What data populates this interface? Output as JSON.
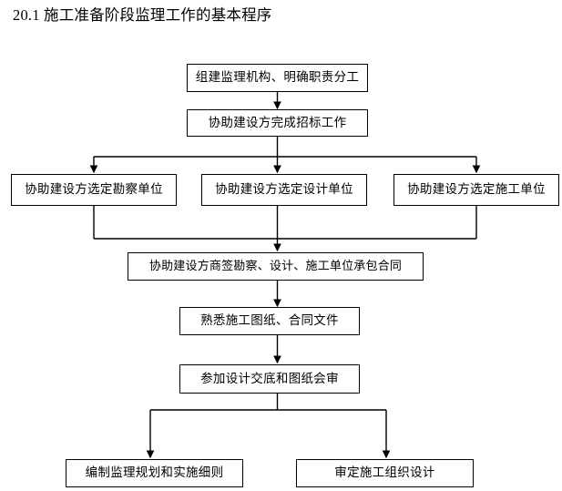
{
  "page": {
    "title": "20.1 施工准备阶段监理工作的基本程序",
    "background_color": "#ffffff",
    "line_color": "#000000"
  },
  "flowchart": {
    "type": "flowchart",
    "orientation": "top-to-bottom",
    "nodes": [
      {
        "id": "n1",
        "label": "组建监理机构、明确职责分工"
      },
      {
        "id": "n2",
        "label": "协助建设方完成招标工作"
      },
      {
        "id": "n3",
        "label": "协助建设方选定勘察单位"
      },
      {
        "id": "n4",
        "label": "协助建设方选定设计单位"
      },
      {
        "id": "n5",
        "label": "协助建设方选定施工单位"
      },
      {
        "id": "n6",
        "label": "协助建设方商签勘察、设计、施工单位承包合同"
      },
      {
        "id": "n7",
        "label": "熟悉施工图纸、合同文件"
      },
      {
        "id": "n8",
        "label": "参加设计交底和图纸会审"
      },
      {
        "id": "n9",
        "label": "编制监理规划和实施细则"
      },
      {
        "id": "n10",
        "label": "审定施工组织设计"
      }
    ],
    "edges": [
      {
        "from": "n1",
        "to": "n2"
      },
      {
        "from": "n2",
        "to": "n3"
      },
      {
        "from": "n2",
        "to": "n4"
      },
      {
        "from": "n2",
        "to": "n5"
      },
      {
        "from": "n3",
        "to": "n6"
      },
      {
        "from": "n4",
        "to": "n6"
      },
      {
        "from": "n5",
        "to": "n6"
      },
      {
        "from": "n6",
        "to": "n7"
      },
      {
        "from": "n7",
        "to": "n8"
      },
      {
        "from": "n8",
        "to": "n9"
      },
      {
        "from": "n8",
        "to": "n10"
      }
    ]
  }
}
